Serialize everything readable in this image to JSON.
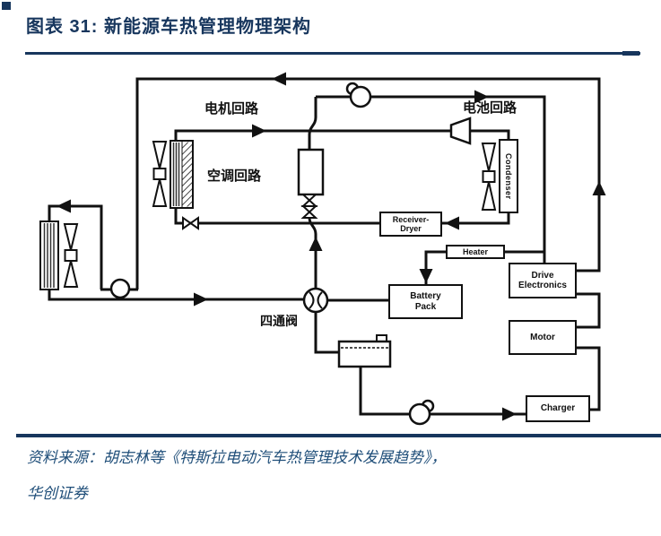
{
  "header": {
    "title": "图表 31: 新能源车热管理物理架构",
    "accent_color": "#17365d"
  },
  "figure": {
    "line_color": "#111111",
    "loops": {
      "motor": "电机回路",
      "battery": "电池回路",
      "ac": "空调回路"
    },
    "valve_label": "四通阀",
    "boxes": {
      "condenser": "Condenser",
      "receiver_dryer": {
        "line1": "Receiver-",
        "line2": "Dryer"
      },
      "heater": "Heater",
      "battery_pack": {
        "line1": "Battery",
        "line2": "Pack"
      },
      "drive_electronics": {
        "line1": "Drive",
        "line2": "Electronics"
      },
      "motor": "Motor",
      "charger": "Charger"
    }
  },
  "footer": {
    "source_line1": "资料来源：胡志林等《特斯拉电动汽车热管理技术发展趋势》，",
    "source_line2": "华创证券",
    "text_color": "#1f4e79"
  }
}
